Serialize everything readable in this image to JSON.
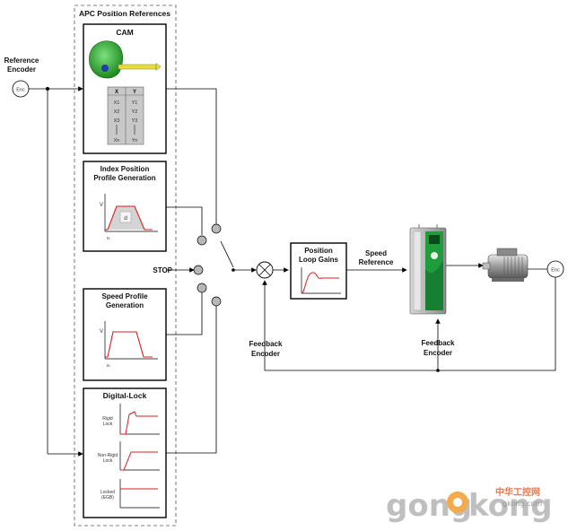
{
  "reference_encoder": {
    "line1": "Reference",
    "line2": "Encoder",
    "node": "Enc"
  },
  "apc_panel": {
    "title": "APC Position References"
  },
  "cam": {
    "title": "CAM",
    "table": {
      "headers": [
        "X",
        "Y"
      ],
      "rows": [
        [
          "X1",
          "Y1"
        ],
        [
          "X2",
          "Y2"
        ],
        [
          "X3",
          "Y3"
        ],
        [
          "Xn",
          "Yn"
        ]
      ]
    }
  },
  "index_profile": {
    "line1": "Index Position",
    "line2": "Profile Generation",
    "axis_v": "V",
    "area_label": "d",
    "axis_t": "ts"
  },
  "speed_profile": {
    "line1": "Speed Profile",
    "line2": "Generation",
    "axis_v": "V",
    "axis_t": "ts"
  },
  "digital_lock": {
    "title": "Digital-Lock",
    "modes": [
      {
        "line1": "Rigid",
        "line2": "Lock"
      },
      {
        "line1": "Non-Rigid",
        "line2": "Lock"
      },
      {
        "line1": "Locked",
        "line2": "(EGB)"
      }
    ]
  },
  "stop_label": "STOP",
  "position_loop": {
    "line1": "Position",
    "line2": "Loop Gains"
  },
  "speed_reference": {
    "line1": "Speed",
    "line2": "Reference"
  },
  "feedback_left": {
    "line1": "Feedback",
    "line2": "Encoder"
  },
  "feedback_right": {
    "line1": "Feedback",
    "line2": "Encoder"
  },
  "motor_encoder": {
    "node": "Enc"
  },
  "watermark": {
    "cn": "中华工控网",
    "url": "gkong.com",
    "big1": "gong",
    "big2": "kong"
  },
  "colors": {
    "red": "#d42020",
    "drive_green": "#1f9c3c",
    "cam_green": "#2fb02f",
    "grey_box": "#c8c8c8"
  }
}
